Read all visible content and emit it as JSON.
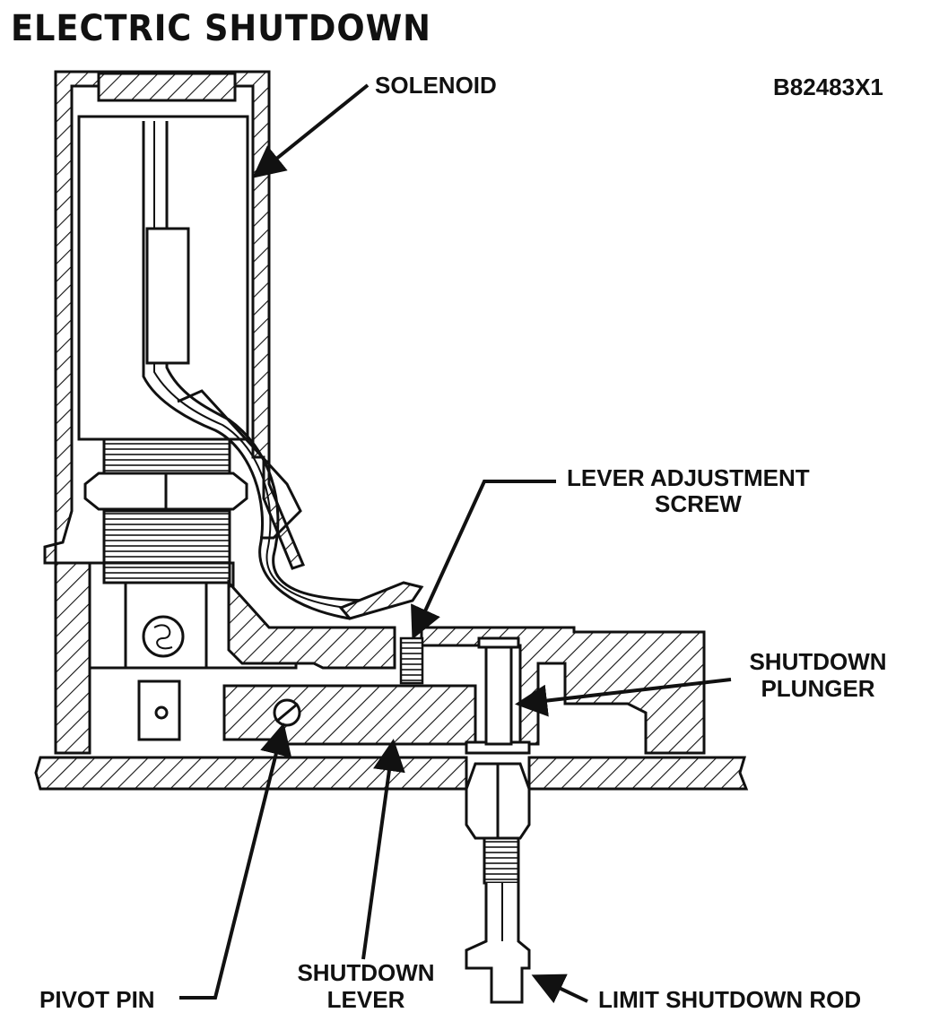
{
  "title": "ELECTRIC SHUTDOWN",
  "figure_code": "B82483X1",
  "labels": {
    "solenoid": "SOLENOID",
    "lever_adjustment_screw": [
      "LEVER ADJUSTMENT",
      "SCREW"
    ],
    "shutdown_plunger": [
      "SHUTDOWN",
      "PLUNGER"
    ],
    "pivot_pin": "PIVOT PIN",
    "shutdown_lever": [
      "SHUTDOWN",
      "LEVER"
    ],
    "limit_shutdown_rod": "LIMIT SHUTDOWN ROD"
  }
}
